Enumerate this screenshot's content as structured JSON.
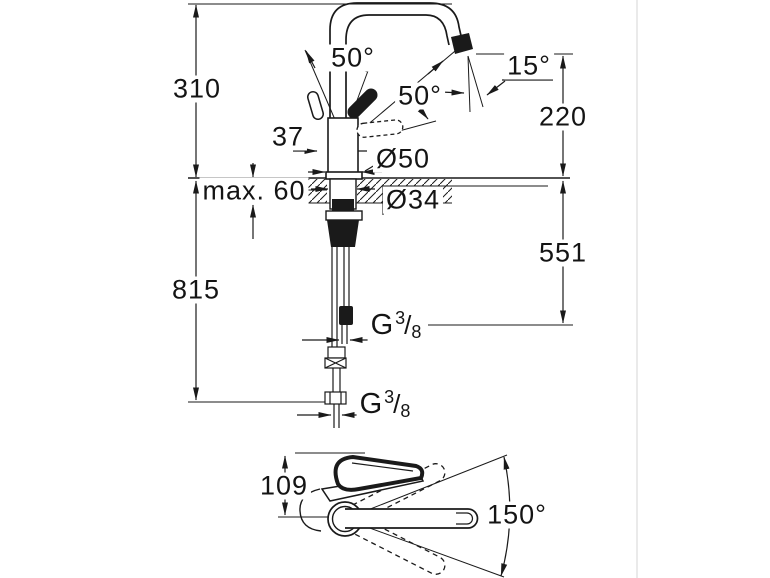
{
  "meta": {
    "description": "Technical dimension drawing of a single-lever kitchen faucet, side view with installation dimensions and top view with swivel range",
    "background_color": "#ffffff",
    "ink_color": "#1a1a1a",
    "divider_color": "#e4e4e4"
  },
  "side_view": {
    "dim_height_above_deck": "310",
    "dim_handle_offset": "37",
    "dim_max_deck_thickness": "max. 60",
    "dim_total_height": "815",
    "dim_spout_clearance": "220",
    "dim_supply_length": "551",
    "dia_base": "Ø50",
    "dia_mounting_hole": "Ø34",
    "angle_handle_left": "50°",
    "angle_handle_right": "50°",
    "angle_spout_tip": "15°",
    "thread_upper": {
      "base": "G",
      "num": "3",
      "slash": "/",
      "den": "8"
    },
    "thread_lower": {
      "base": "G",
      "num": "3",
      "slash": "/",
      "den": "8"
    }
  },
  "top_view": {
    "dim_body_depth": "109",
    "angle_swivel_range": "150°"
  }
}
